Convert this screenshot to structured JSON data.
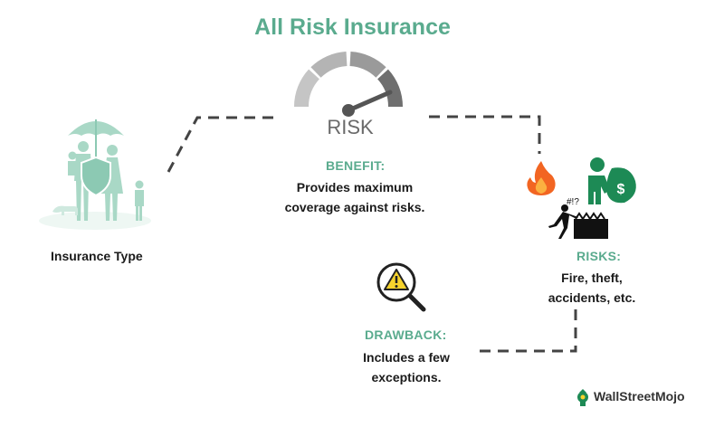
{
  "title": "All Risk Insurance",
  "gauge_label": "RISK",
  "insurance_type_label": "Insurance Type",
  "benefit": {
    "heading": "BENEFIT:",
    "lines": [
      "Provides maximum",
      "coverage against risks."
    ]
  },
  "risks": {
    "heading": "RISKS:",
    "lines": [
      "Fire, theft,",
      "accidents, etc."
    ]
  },
  "drawback": {
    "heading": "DRAWBACK:",
    "lines": [
      "Includes a few",
      "exceptions."
    ]
  },
  "brand": "WallStreetMojo",
  "colors": {
    "accent": "#5aab8e",
    "illustration": "#a9d8c6",
    "gauge_dark": "#6f6f6f",
    "gauge_light": "#bdbdbd",
    "fire": "#f26522",
    "thief": "#1d8a55",
    "warning": "#f6d32d"
  },
  "icons": [
    "family-umbrella-icon",
    "risk-gauge-icon",
    "fire-icon",
    "thief-icon",
    "accident-icon",
    "warning-magnifier-icon",
    "brand-logo-icon"
  ]
}
